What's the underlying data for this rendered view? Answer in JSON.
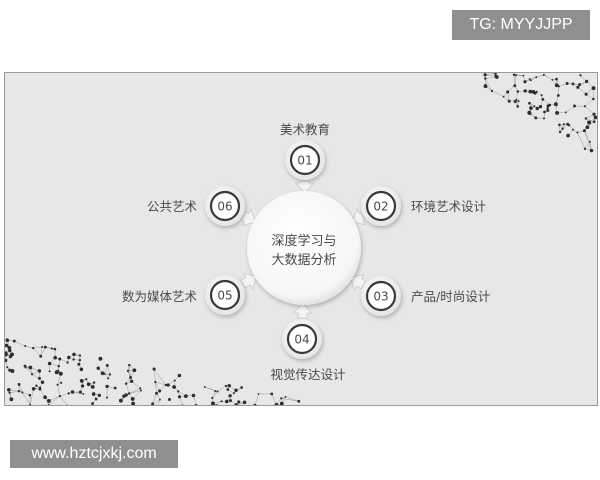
{
  "watermarks": {
    "top_right": "TG: MYYJJPP",
    "bottom_left": "www.hztcjxkj.com"
  },
  "diagram": {
    "center_line1": "深度学习与",
    "center_line2": "大数据分析",
    "nodes": [
      {
        "number": "01",
        "label": "美术教育"
      },
      {
        "number": "02",
        "label": "环境艺术设计"
      },
      {
        "number": "03",
        "label": "产品/时尚设计"
      },
      {
        "number": "04",
        "label": "视觉传达设计"
      },
      {
        "number": "05",
        "label": "数为媒体艺术"
      },
      {
        "number": "06",
        "label": "公共艺术"
      }
    ]
  },
  "colors": {
    "slide_bg": "#e7e7e7",
    "node_ring": "#3a3a3a",
    "badge_bg": "#8f8f8f"
  }
}
